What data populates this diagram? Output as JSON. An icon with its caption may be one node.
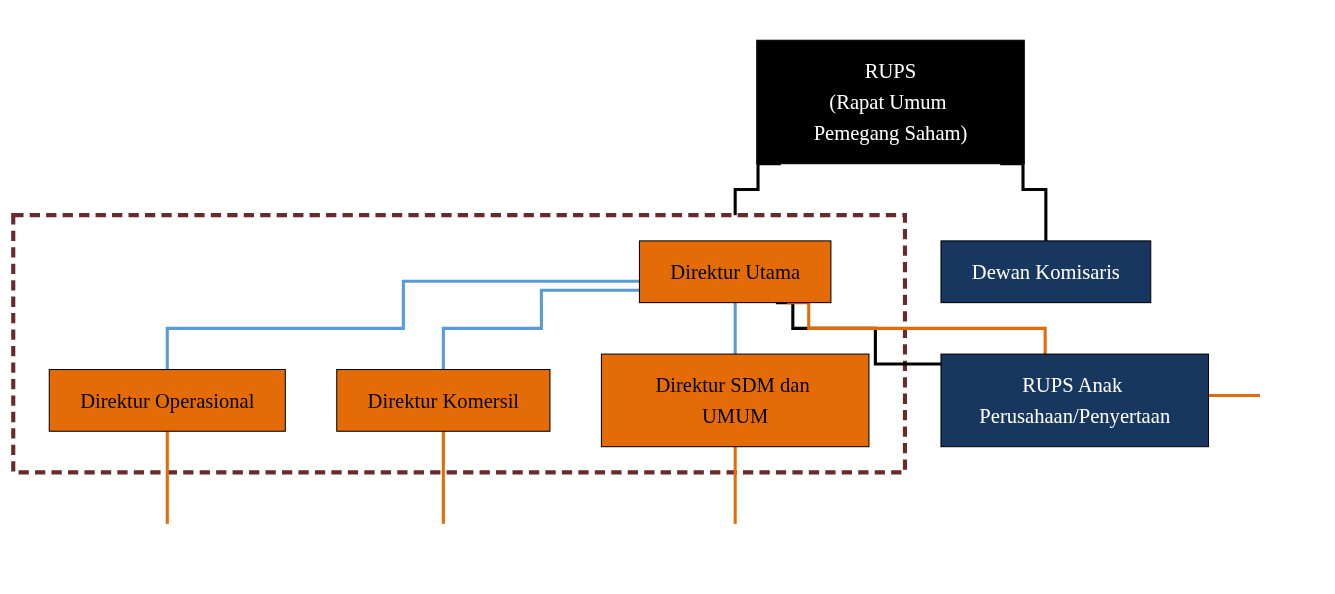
{
  "diagram": {
    "nodes": [
      {
        "text": [
          "RUPS",
          "(Rapat Umum Pemegang Saham)"
        ]
      },
      {
        "text": [
          "Dewan Komisaris"
        ]
      },
      {
        "text": [],
        "shape": "box"
      },
      {
        "text": [
          "Direktur Utama"
        ],
        "in": 2
      },
      {
        "text": [
          "RUPS Anak Perusahaan/Penyertaan"
        ]
      },
      {
        "text": [
          "Direktur Operasional"
        ],
        "in": 2
      },
      {
        "text": [
          "Direktur Komersil"
        ],
        "in": 2
      },
      {
        "text": [
          "Direktur SDM dan UMUM"
        ],
        "in": 2
      }
    ],
    "edges": [
      {
        "from": 0,
        "to": 1,
        "arrow": "none",
        "color": "#000000"
      },
      {
        "from": 0,
        "to": 2,
        "arrow": "none",
        "color": "#000000"
      },
      {
        "from": 3,
        "to": 4,
        "arrow": "none",
        "color": "#000000"
      },
      {
        "from": 3,
        "to": 5,
        "arrow": "none",
        "color": "#5b9bd5"
      },
      {
        "from": 3,
        "to": 6,
        "arrow": "none",
        "color": "#5b9bd5"
      },
      {
        "from": 3,
        "to": 7,
        "arrow": "none",
        "color": "#5b9bd5"
      },
      {
        "from": 3,
        "to": null,
        "arrow": "none",
        "color": "#e36c09"
      },
      {
        "from": 5,
        "to": null,
        "arrow": "none",
        "color": "#e36c09"
      },
      {
        "from": 6,
        "to": null,
        "arrow": "none",
        "color": "#e36c09"
      },
      {
        "from": 7,
        "to": null,
        "arrow": "none",
        "color": "#e36c09"
      }
    ]
  }
}
